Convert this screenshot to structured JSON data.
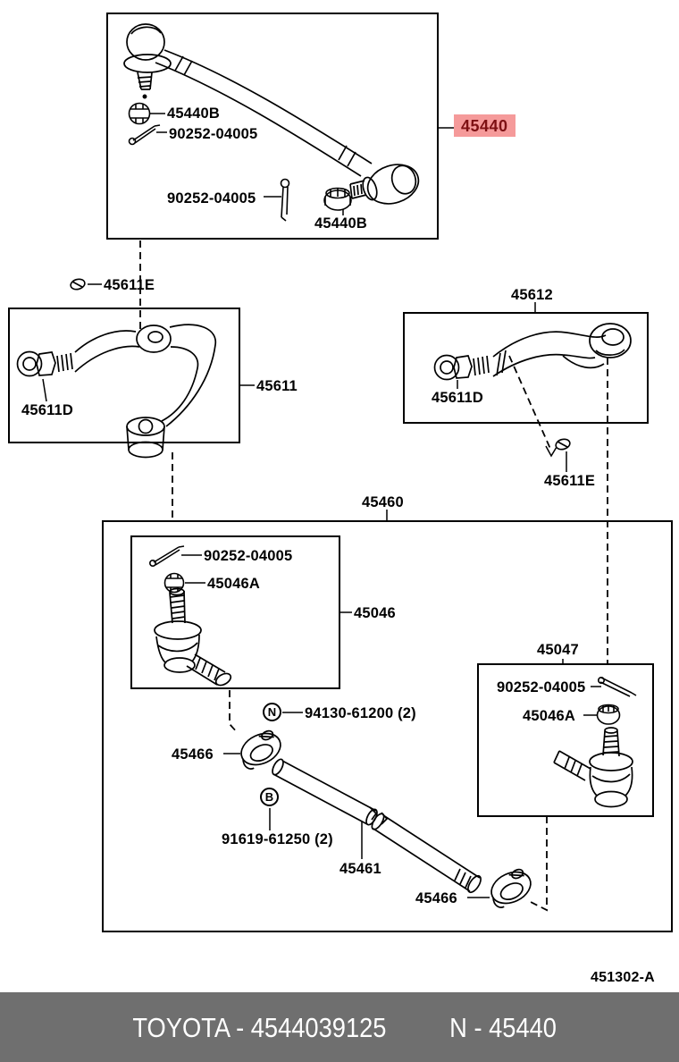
{
  "highlight": {
    "part": "45440",
    "bg": "#f59a9a",
    "fg": "#7d1013"
  },
  "labels": {
    "nut_top_1": "45440B",
    "pin_top_1": "90252-04005",
    "pin_top_2": "90252-04005",
    "nut_top_2": "45440B",
    "grommet_left": "45611E",
    "arm_left_box": "45611",
    "bush_left": "45611D",
    "arm_right_box": "45612",
    "bush_right": "45611D",
    "grommet_right": "45611E",
    "relay_rod_box": "45460",
    "tie_rod_end_lh_box": "45046",
    "pin_inner_left": "90252-04005",
    "nut_inner_left": "45046A",
    "tie_rod_end_rh_box": "45047",
    "pin_inner_right": "90252-04005",
    "nut_inner_right": "45046A",
    "clamp_nut_note": "94130-61200 (2)",
    "clamp_left": "45466",
    "clamp_bolt_note": "91619-61250 (2)",
    "tube": "45461",
    "clamp_right": "45466"
  },
  "markers": {
    "n": "N",
    "b": "B"
  },
  "figure_code": "451302-A",
  "footer": {
    "brand_part": "TOYOTA - 4544039125",
    "catalog_ref": "N - 45440"
  }
}
